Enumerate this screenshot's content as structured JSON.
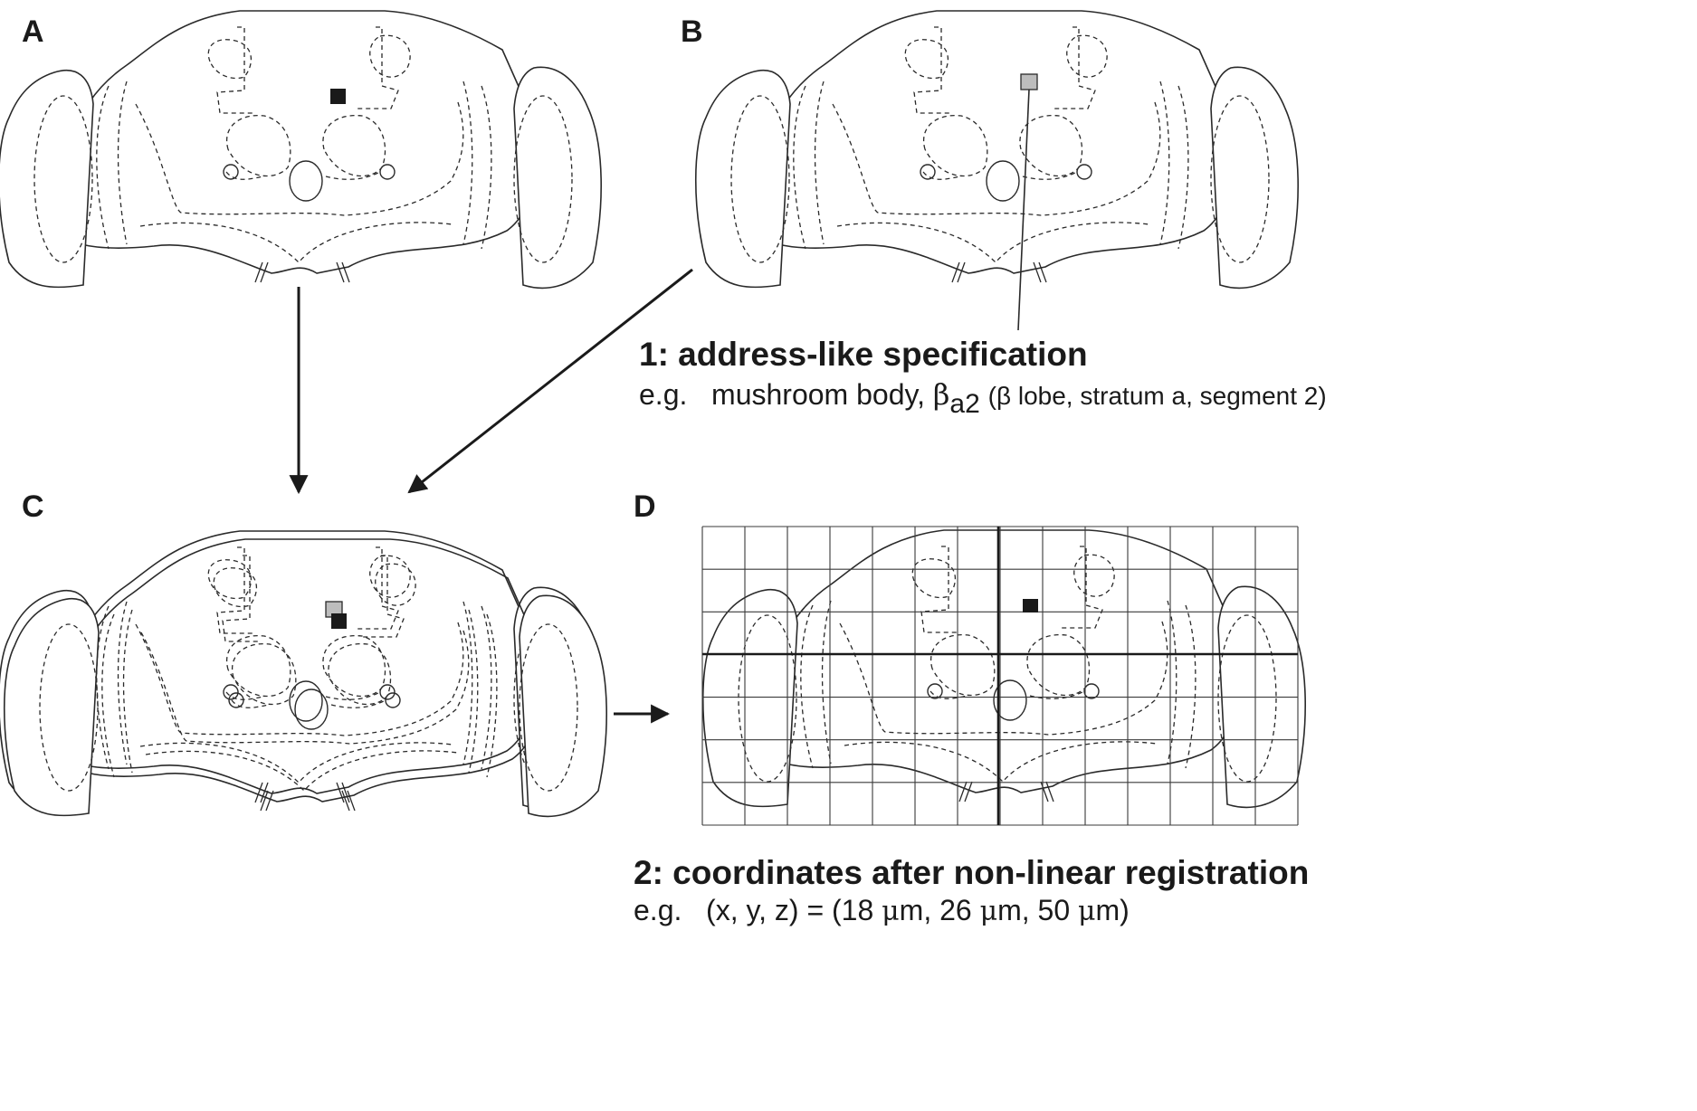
{
  "panels": {
    "a": {
      "label": "A"
    },
    "b": {
      "label": "B"
    },
    "c": {
      "label": "C"
    },
    "d": {
      "label": "D"
    }
  },
  "caption1": {
    "title": "1: address-like specification",
    "prefix": "e.g.",
    "structure": "mushroom body,",
    "symbol": "β",
    "subscript": "a2",
    "detail": "(β lobe, stratum a, segment 2)"
  },
  "caption2": {
    "title": "2: coordinates after non-linear registration",
    "prefix": "e.g.",
    "lhs": "(x, y, z) = (",
    "x_value": "18",
    "y_value": "26",
    "z_value": "50",
    "unit_mu": "μ",
    "unit_m": "m",
    "sep": ", ",
    "close": ")"
  },
  "colors": {
    "stroke": "#2a2a2a",
    "marker_registered": "#1a1a1a",
    "marker_reference": "#bdbdbd"
  },
  "icons": {
    "brain": "brain-outline-icon",
    "arrow": "arrow-icon"
  }
}
